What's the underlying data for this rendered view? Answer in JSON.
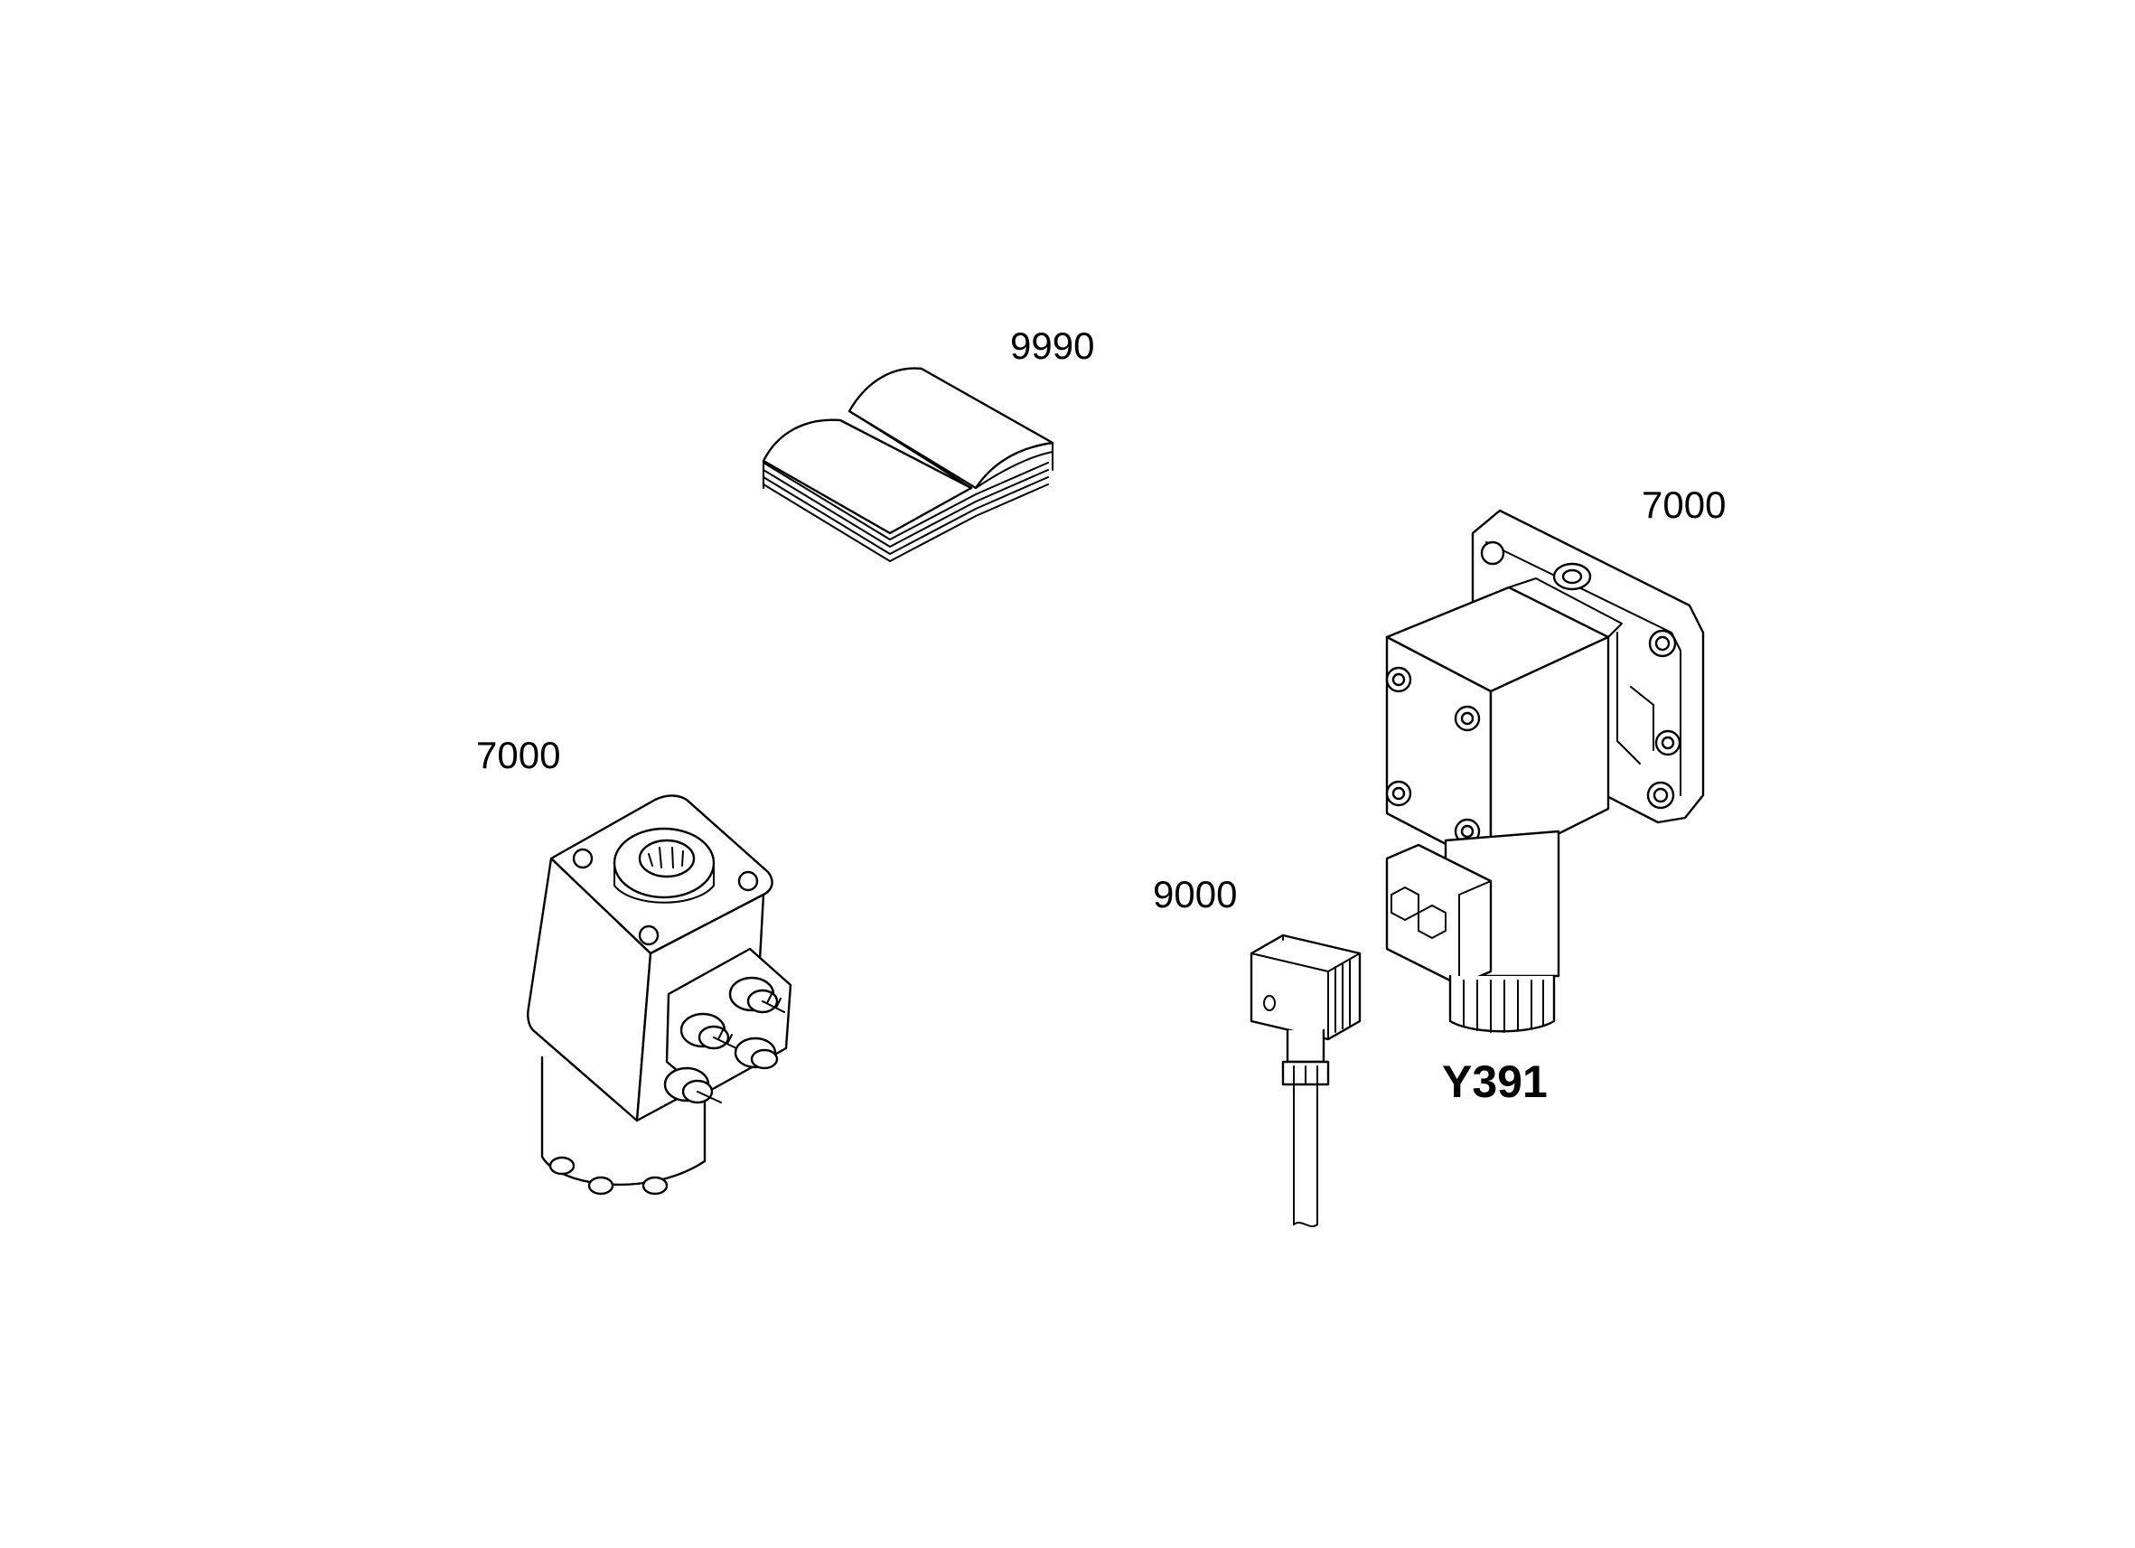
{
  "callouts": {
    "manual": "9990",
    "valve_block": "7000",
    "steering_unit": "7000",
    "connector": "9000",
    "solenoid_ref": "Y391"
  },
  "colors": {
    "line": "#000000",
    "background": "#ffffff"
  }
}
